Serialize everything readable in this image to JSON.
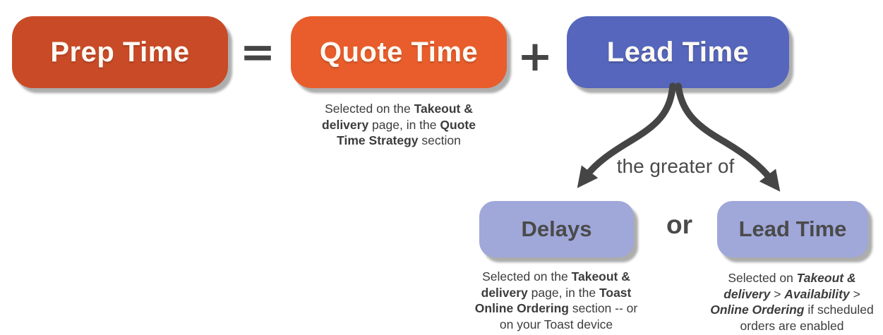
{
  "colors": {
    "prep_box": "#c94a27",
    "quote_box": "#e85d2b",
    "lead_box": "#5566bc",
    "light_box": "#a0a7d9",
    "arrow": "#454545",
    "dark_text": "#4a4a4a"
  },
  "top_row": {
    "prep_time_label": "Prep Time",
    "equals_sign": "=",
    "quote_time_label": "Quote Time",
    "plus_sign": "+",
    "lead_time_label": "Lead Time",
    "quote_caption": [
      [
        {
          "t": "Selected on the "
        },
        {
          "t": "Takeout &",
          "b": true
        }
      ],
      [
        {
          "t": "delivery",
          "b": true
        },
        {
          "t": " page, in the "
        },
        {
          "t": "Quote",
          "b": true
        }
      ],
      [
        {
          "t": "Time Strategy",
          "b": true
        },
        {
          "t": " section"
        }
      ]
    ]
  },
  "branch": {
    "connector_label": "the greater of",
    "delays_label": "Delays",
    "or_label": "or",
    "lead_time_label": "Lead Time",
    "delays_caption": [
      [
        {
          "t": "Selected on the "
        },
        {
          "t": "Takeout &",
          "b": true
        }
      ],
      [
        {
          "t": "delivery",
          "b": true
        },
        {
          "t": " page, in the "
        },
        {
          "t": "Toast",
          "b": true
        }
      ],
      [
        {
          "t": "Online Ordering",
          "b": true
        },
        {
          "t": " section -- or"
        }
      ],
      [
        {
          "t": "on your Toast device"
        }
      ]
    ],
    "lead_caption": [
      [
        {
          "t": "Selected on "
        },
        {
          "t": "Takeout &",
          "b": true,
          "i": true
        }
      ],
      [
        {
          "t": "delivery",
          "b": true,
          "i": true
        },
        {
          "t": " > "
        },
        {
          "t": "Availability",
          "b": true,
          "i": true
        },
        {
          "t": " >"
        }
      ],
      [
        {
          "t": "Online Ordering",
          "b": true,
          "i": true
        },
        {
          "t": " if scheduled"
        }
      ],
      [
        {
          "t": "orders are enabled"
        }
      ]
    ]
  }
}
